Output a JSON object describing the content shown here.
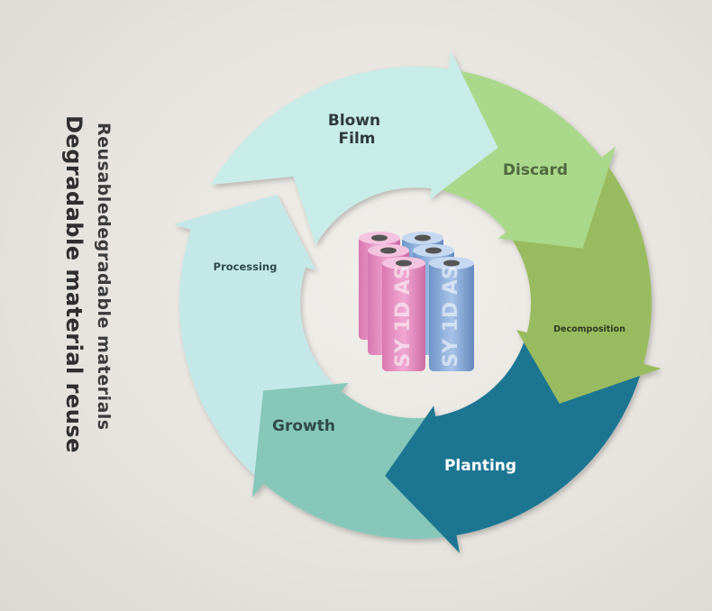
{
  "title_line_1": "Reusabledegradable materials",
  "title_line_2": "Degradable material reuse",
  "stages": {
    "blown_film": [
      "Blown",
      "Film"
    ],
    "discard": "Discard",
    "decomposition": "Decomposition",
    "planting": "Planting",
    "growth": "Growth",
    "processing": "Processing"
  },
  "product_roll_text": "SY 1D AS",
  "colors": {
    "blown_film": "#c8ece7",
    "discard": "#a9d88a",
    "decomposition": "#99bb5e",
    "planting": "#1f7692",
    "growth": "#86c7b9",
    "processing": "#c4e8e8",
    "roll_pink": "#e58bc0",
    "roll_blue": "#86a9d8"
  }
}
